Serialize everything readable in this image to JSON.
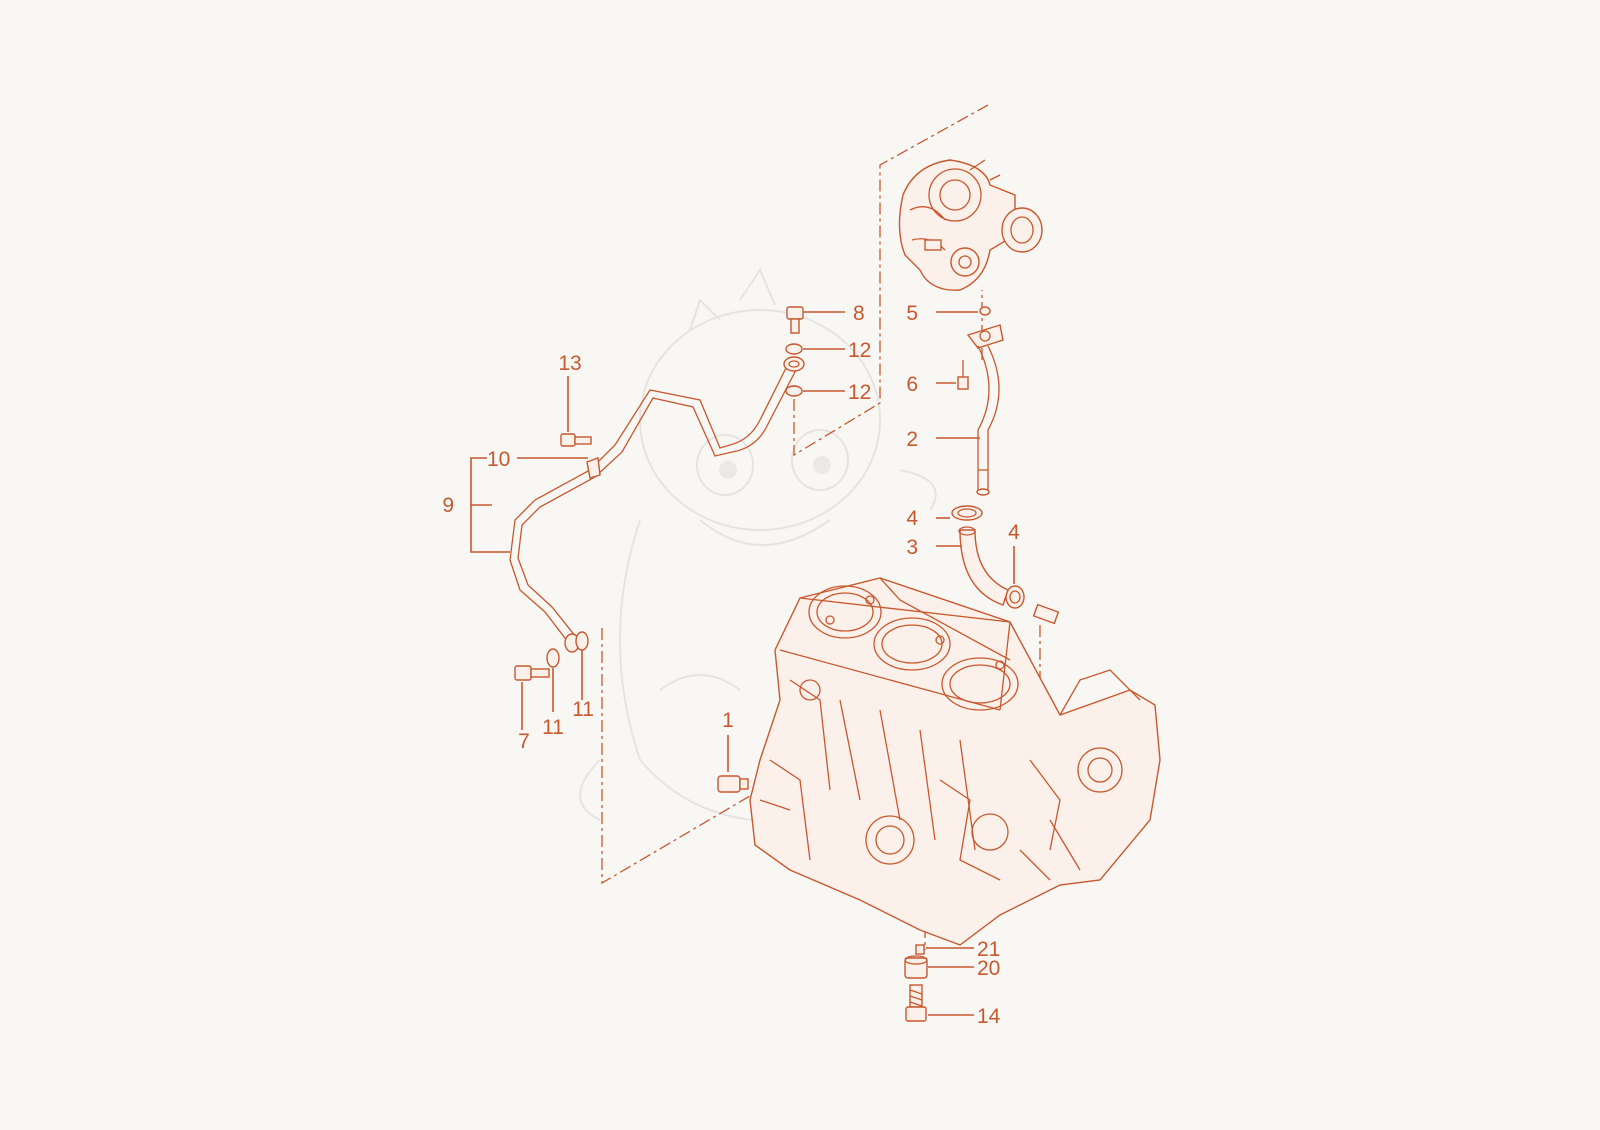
{
  "diagram": {
    "accent_color": "#c8582e",
    "background_color": "#f8f7f4",
    "callouts": {
      "c1": "1",
      "c2": "2",
      "c3": "3",
      "c4a": "4",
      "c4b": "4",
      "c5": "5",
      "c6": "6",
      "c7": "7",
      "c8": "8",
      "c9": "9",
      "c10": "10",
      "c11a": "11",
      "c11b": "11",
      "c12a": "12",
      "c12b": "12",
      "c13": "13",
      "c14": "14",
      "c20": "20",
      "c21": "21"
    }
  }
}
